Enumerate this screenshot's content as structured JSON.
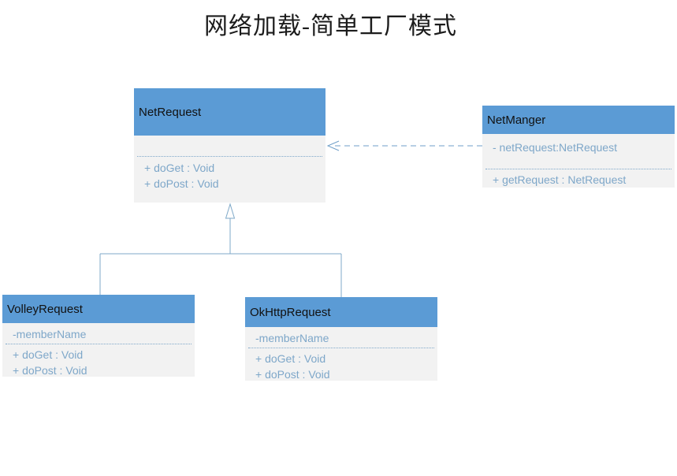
{
  "title": "网络加载-简单工厂模式",
  "colors": {
    "header_blue": "#5b9bd5",
    "body_gray": "#f2f2f2",
    "member_text_blue": "#7ea7c9",
    "connector_blue": "#7fa9c9",
    "dependency_arrow_blue": "#6f9fc8",
    "class_name_text": "#111111",
    "title_text": "#1c1c1c"
  },
  "classes": [
    {
      "name": "NetRequest",
      "attributes": [],
      "methods": [
        "+ doGet : Void",
        "+ doPost : Void"
      ]
    },
    {
      "name": "NetManger",
      "attributes": [
        "- netRequest:NetRequest"
      ],
      "methods": [
        "+ getRequest : NetRequest"
      ]
    },
    {
      "name": "VolleyRequest",
      "attributes": [
        "-memberName"
      ],
      "methods": [
        "+ doGet : Void",
        "+ doPost : Void"
      ]
    },
    {
      "name": "OkHttpRequest",
      "attributes": [
        "-memberName"
      ],
      "methods": [
        "+ doGet : Void",
        "+ doPost : Void"
      ]
    }
  ],
  "relations": [
    {
      "type": "generalization",
      "from": [
        "VolleyRequest",
        "OkHttpRequest"
      ],
      "to": "NetRequest",
      "marker": "hollow-triangle"
    },
    {
      "type": "dependency",
      "from": "NetManger",
      "to": "NetRequest",
      "marker": "open-arrow",
      "line_style": "dashed"
    }
  ]
}
